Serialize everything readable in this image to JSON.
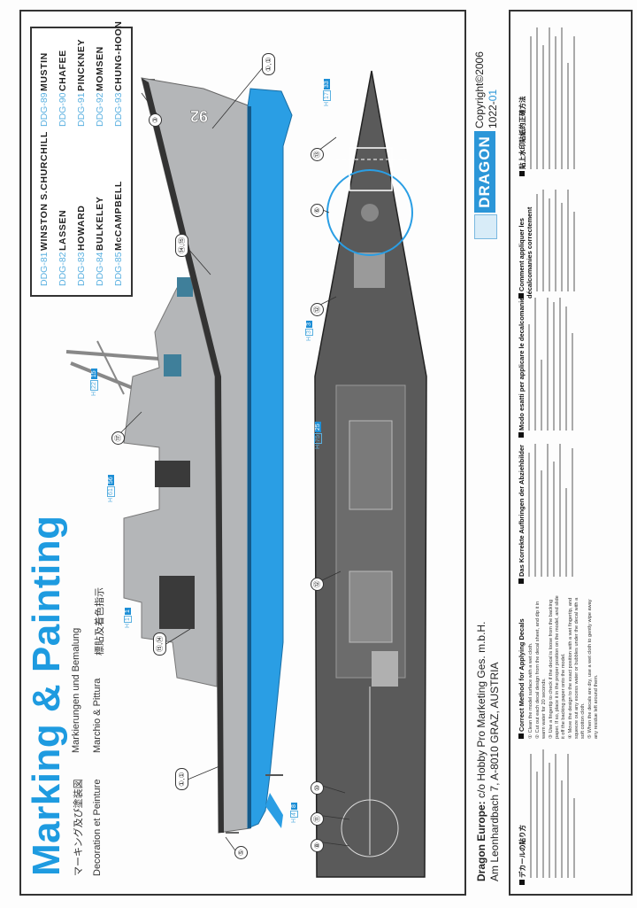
{
  "title": "Marking & Painting",
  "subtitles": {
    "japanese": "マーキング及び塗装図",
    "german": "Markierungen und Bemalung",
    "french": "Decoration et Peinture",
    "italian": "Marchio & Pittura",
    "chinese": "標貼及着色指示"
  },
  "ships": [
    {
      "code": "DDG-81",
      "name": "WINSTON S.CHURCHILL"
    },
    {
      "code": "DDG-82",
      "name": "LASSEN"
    },
    {
      "code": "DDG-83",
      "name": "HOWARD"
    },
    {
      "code": "DDG-84",
      "name": "BULKELEY"
    },
    {
      "code": "DDG-85",
      "name": "McCAMPBELL"
    },
    {
      "code": "DDG-89",
      "name": "MUSTIN"
    },
    {
      "code": "DDG-90",
      "name": "CHAFEE"
    },
    {
      "code": "DDG-91",
      "name": "PINCKNEY"
    },
    {
      "code": "DDG-92",
      "name": "MOMSEN"
    },
    {
      "code": "DDG-93",
      "name": "CHUNG-HOON"
    }
  ],
  "hull_number": "92",
  "callouts": {
    "c1": "①,①",
    "c3": "③",
    "c1415": "⑭,⑮",
    "c17": "⑰",
    "c1b": "①,①",
    "c5": "⑤",
    "c1514": "⑮,⑭",
    "c13": "⑬",
    "c6": "⑥",
    "c12a": "⑫",
    "c12b": "⑫",
    "c10": "⑩",
    "c11": "⑪",
    "c8": "⑧"
  },
  "paints": [
    {
      "h": "17",
      "n": "33"
    },
    {
      "h": "3",
      "n": "3"
    },
    {
      "h": "22",
      "n": "15"
    },
    {
      "h": "61",
      "n": "56"
    },
    {
      "h": "1",
      "n": "1"
    },
    {
      "h": "4",
      "n": "8"
    },
    {
      "h": "75",
      "n": "25"
    }
  ],
  "paint_prefix": "H",
  "footer": {
    "company_bold": "Dragon Europe:",
    "company_rest": " c/o Hobby Pro Marketing Ges. m.b.H.",
    "address": "Am Leonhardbach 7, A-8010 GRAZ, AUSTRIA",
    "logo": "DRAGON",
    "copyright": "Copyright©2006",
    "code_a": "1022-",
    "code_b": "01"
  },
  "instructions": {
    "japanese_header": "デカールの貼り方",
    "english_header": "Correct Method for Applying Decals",
    "english_steps": [
      "① Clean the model surface with a wet cloth.",
      "② Cut out each decal design from the decal sheet, and dip it in warm water for 20 seconds.",
      "③ Use a fingertip to check if the decal is loose from the backing paper. If so, place it in the proper position on the model, and slide it off the backing paper onto the model.",
      "④ Move the design to the exact position with a wet fingertip, and squeeze out any excess water or bubbles under the decal with a soft cotton cloth.",
      "⑤ When the decals are dry, use a wet cloth to gently wipe away any residue left around them."
    ],
    "german_header": "Das Korrekte Aufbringen der Abziehbilder",
    "italian_header": "Modo esatti per applicare le decalcomanie",
    "french_header": "Comment appliquer les décalcomanies correctement",
    "chinese_header": "貼上水印貼紙的正確方法"
  },
  "colors": {
    "accent": "#1e9be0",
    "hull_gray": "#b4b6b8",
    "deck": "#5a5a5a",
    "underwater": "#2a9ee4"
  }
}
